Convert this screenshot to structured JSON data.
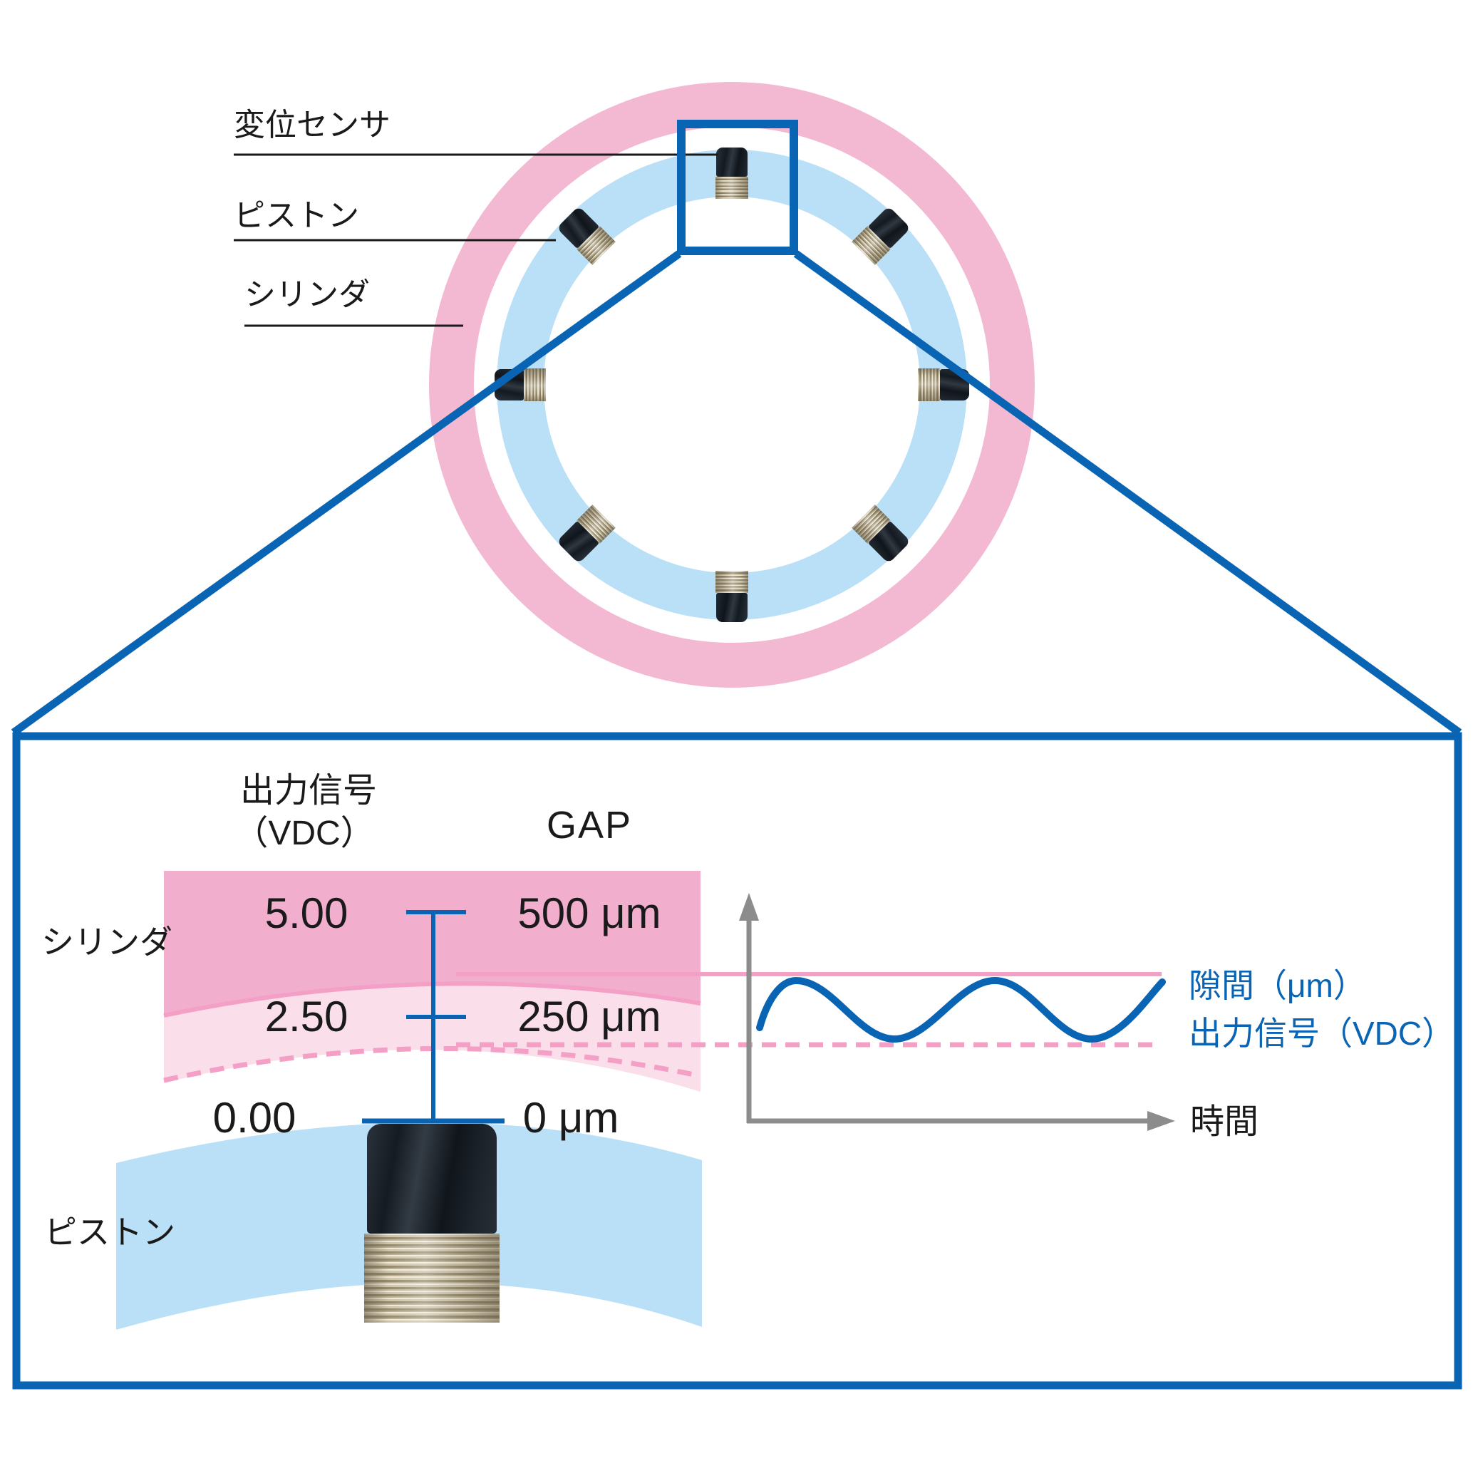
{
  "colors": {
    "blue": "#0a64b4",
    "ring-pink": "#f3b9d3",
    "ring-blue": "#b9e0f7",
    "band-pink-dark": "#f1aecd",
    "band-pink-light": "#fadee9",
    "pink-line": "#f49fc6",
    "axis-gray": "#8c8c8c",
    "text-black": "#1a1a1a"
  },
  "overview": {
    "labels": {
      "sensor": "変位センサ",
      "piston": "ピストン",
      "cylinder": "シリンダ"
    },
    "sensor_count": "8"
  },
  "detail": {
    "signal_header": "出力信号",
    "signal_header_unit": "（VDC）",
    "gap_header": "GAP",
    "cylinder_label": "シリンダ",
    "piston_label": "ピストン",
    "scale_rows": [
      {
        "signal": "5.00",
        "gap": "500 μm"
      },
      {
        "signal": "2.50",
        "gap": "250 μm"
      },
      {
        "signal": "0.00",
        "gap": "0 μm"
      }
    ],
    "graph": {
      "legend_gap": "隙間（μm）",
      "legend_signal": "出力信号（VDC）",
      "x_label": "時間"
    }
  }
}
